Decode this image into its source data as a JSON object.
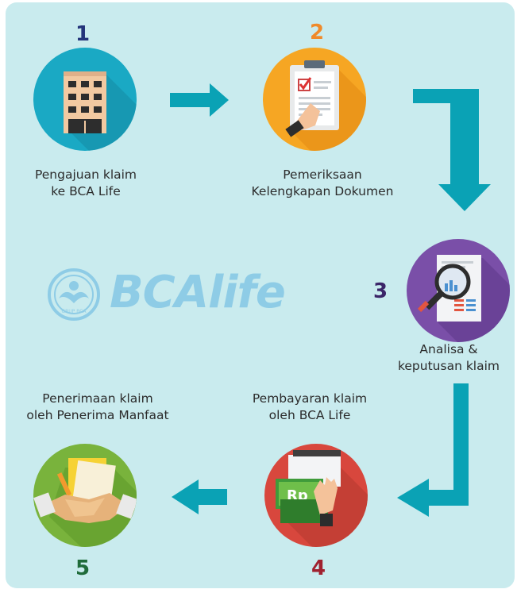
{
  "steps": [
    {
      "number": "1",
      "caption_lines": [
        "Pengajuan klaim",
        "ke BCA Life"
      ],
      "icon": "office-building-icon",
      "color": "#1aa9c4"
    },
    {
      "number": "2",
      "caption_lines": [
        "Pemeriksaan",
        "Kelengkapan Dokumen"
      ],
      "icon": "clipboard-checklist-icon",
      "color": "#f6a623"
    },
    {
      "number": "3",
      "caption_lines": [
        "Analisa &",
        "keputusan klaim"
      ],
      "icon": "magnifier-document-icon",
      "color": "#7a4fa8"
    },
    {
      "number": "4",
      "caption_lines": [
        "Pembayaran klaim",
        "oleh BCA Life"
      ],
      "icon": "rupiah-payment-icon",
      "color": "#d8473d"
    },
    {
      "number": "5",
      "caption_lines": [
        "Penerimaan klaim",
        "oleh Penerima Manfaat"
      ],
      "icon": "handshake-icon",
      "color": "#79b33c"
    }
  ],
  "logo": {
    "text": "BCAlife",
    "emblem_text": "GRUP BCA",
    "color": "#8ecce6"
  },
  "colors": {
    "background": "#c9ebee",
    "arrow": "#0aa2b5"
  }
}
